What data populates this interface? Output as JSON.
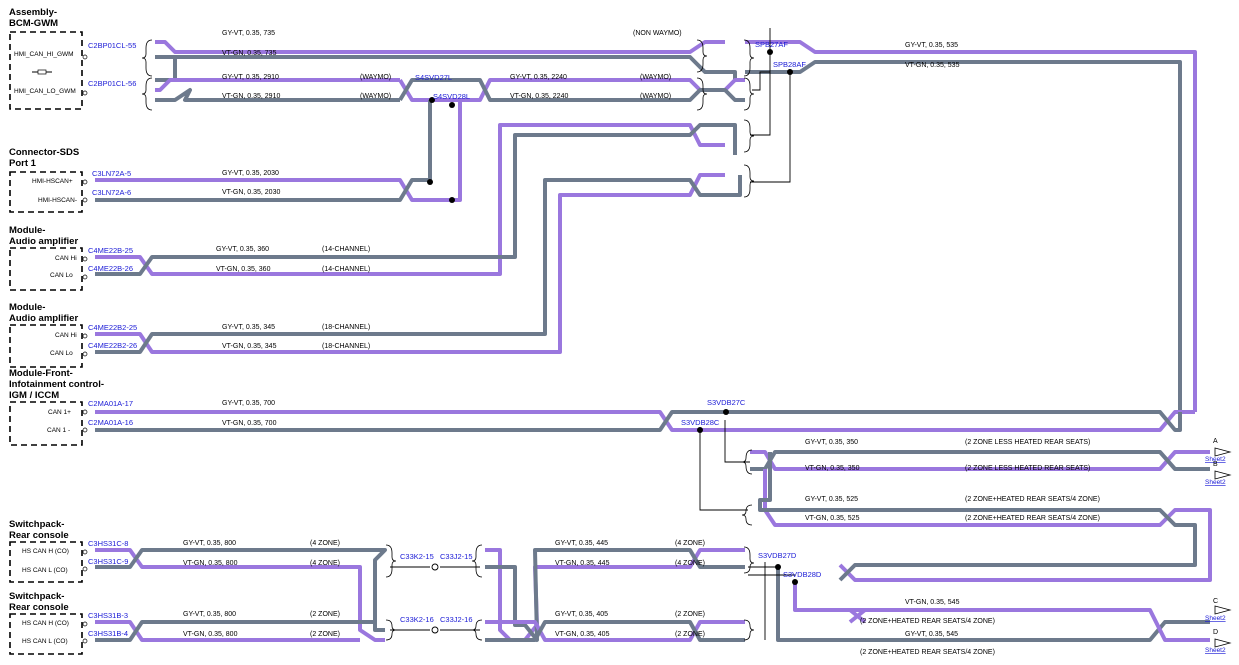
{
  "modules": [
    {
      "title_lines": [
        "Assembly-",
        "BCM-GWM"
      ],
      "pins": [
        "HMI_CAN_HI_GWM",
        "HMI_CAN_LO_GWM"
      ]
    },
    {
      "title_lines": [
        "Connector-SDS",
        "Port 1"
      ],
      "pins": [
        "HMI-HSCAN+",
        "HMI-HSCAN-"
      ]
    },
    {
      "title_lines": [
        "Module-",
        "Audio amplifier"
      ],
      "pins": [
        "CAN Hi",
        "CAN Lo"
      ]
    },
    {
      "title_lines": [
        "Module-",
        "Audio amplifier"
      ],
      "pins": [
        "CAN Hi",
        "CAN Lo"
      ]
    },
    {
      "title_lines": [
        "Module-Front-",
        "Infotainment control-",
        "IGM / ICCM"
      ],
      "pins": [
        "CAN 1+",
        "CAN 1 -"
      ]
    },
    {
      "title_lines": [
        "Switchpack-",
        "Rear console"
      ],
      "pins": [
        "HS CAN H (CO)",
        "HS CAN L (CO)"
      ]
    },
    {
      "title_lines": [
        "Switchpack-",
        "Rear console"
      ],
      "pins": [
        "HS CAN H (CO)",
        "HS CAN L (CO)"
      ]
    }
  ],
  "connectors": {
    "c1": "C2BP01CL-55",
    "c2": "C2BP01CL-56",
    "c3": "C3LN72A-5",
    "c4": "C3LN72A-6",
    "c5": "C4ME22B-25",
    "c6": "C4ME22B-26",
    "c7": "C4ME22B2-25",
    "c8": "C4ME22B2-26",
    "c9": "C2MA01A-17",
    "c10": "C2MA01A-16",
    "c11": "C3HS31C-8",
    "c12": "C3HS31C-9",
    "c13": "C3HS31B-3",
    "c14": "C3HS31B-4",
    "c15": "C33K2-15",
    "c16": "C33J2-15",
    "c17": "C33K2-16",
    "c18": "C33J2-16"
  },
  "splices": {
    "s1": "S4SVD27L",
    "s2": "S4SVD28L",
    "s3": "SPB27AF",
    "s4": "SPB28AF",
    "s5": "S3VDB27C",
    "s6": "S3VDB28C",
    "s7": "S3VDB27D",
    "s8": "S3VDB28D"
  },
  "wires": {
    "w1": "GY-VT,  0.35,  735",
    "w1n": "(NON WAYMO)",
    "w2": "VT-GN,  0.35,  735",
    "w3": "GY-VT,  0.35,  2910",
    "w3n": "(WAYMO)",
    "w4": "VT-GN,  0.35,  2910",
    "w4n": "(WAYMO)",
    "w5": "GY-VT,  0.35,  2240",
    "w5n": "(WAYMO)",
    "w6": "VT-GN,  0.35,  2240",
    "w6n": "(WAYMO)",
    "w7": "GY-VT,  0.35,  535",
    "w8": "VT-GN,  0.35,  535",
    "w9": "GY-VT,  0.35,  2030",
    "w10": "VT-GN,  0.35,  2030",
    "w11": "GY-VT,  0.35,  360",
    "w11n": "(14-CHANNEL)",
    "w12": "VT-GN,  0.35,  360",
    "w12n": "(14-CHANNEL)",
    "w13": "GY-VT,  0.35,  345",
    "w13n": "(18-CHANNEL)",
    "w14": "VT-GN,  0.35,  345",
    "w14n": "(18-CHANNEL)",
    "w15": "GY-VT,  0.35,  700",
    "w16": "VT-GN,  0.35,  700",
    "w17": "GY-VT,  0.35,  350",
    "w17n": "(2 ZONE LESS HEATED REAR SEATS)",
    "w18": "VT-GN,  0.35,  350",
    "w18n": "(2 ZONE LESS HEATED REAR SEATS)",
    "w19": "GY-VT,  0.35,  525",
    "w19n": "(2 ZONE+HEATED REAR SEATS/4 ZONE)",
    "w20": "VT-GN,  0.35,  525",
    "w20n": "(2 ZONE+HEATED REAR SEATS/4 ZONE)",
    "w21": "GY-VT,  0.35,  800",
    "w21n": "(4 ZONE)",
    "w22": "VT-GN,  0.35,  800",
    "w22n": "(4 ZONE)",
    "w23": "GY-VT,  0.35,  445",
    "w23n": "(4 ZONE)",
    "w24": "VT-GN,  0.35,  445",
    "w24n": "(4 ZONE)",
    "w25": "GY-VT,  0.35,  800",
    "w25n": "(2 ZONE)",
    "w26": "VT-GN,  0.35,  800",
    "w26n": "(2 ZONE)",
    "w27": "GY-VT,  0.35,  405",
    "w27n": "(2 ZONE)",
    "w28": "VT-GN,  0.35,  405",
    "w28n": "(2 ZONE)",
    "w29": "VT-GN,  0.35,  545",
    "w29n": "(2 ZONE+HEATED REAR SEATS/4 ZONE)",
    "w30": "GY-VT,  0.35,  545",
    "w30n": "(2 ZONE+HEATED REAR SEATS/4 ZONE)"
  },
  "offpage": [
    {
      "letter": "A",
      "sheet": "Sheet2"
    },
    {
      "letter": "B",
      "sheet": "Sheet2"
    },
    {
      "letter": "C",
      "sheet": "Sheet2"
    },
    {
      "letter": "D",
      "sheet": "Sheet2"
    }
  ],
  "colors": {
    "gy_vt": "#9a77de",
    "vt_gn": "#6d7a8c",
    "connector_text": "#1a1ad6"
  }
}
